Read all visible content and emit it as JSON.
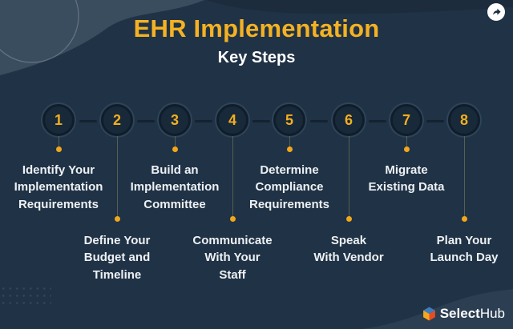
{
  "header": {
    "title": "EHR Implementation",
    "subtitle": "Key Steps"
  },
  "steps": [
    {
      "number": "1",
      "label": "Identify Your\nImplementation\nRequirements"
    },
    {
      "number": "2",
      "label": "Define Your\nBudget and\nTimeline"
    },
    {
      "number": "3",
      "label": "Build an\nImplementation\nCommittee"
    },
    {
      "number": "4",
      "label": "Communicate\nWith Your\nStaff"
    },
    {
      "number": "5",
      "label": "Determine\nCompliance\nRequirements"
    },
    {
      "number": "6",
      "label": "Speak\nWith Vendor"
    },
    {
      "number": "7",
      "label": "Migrate\nExisting Data"
    },
    {
      "number": "8",
      "label": "Plan Your\nLaunch Day"
    }
  ],
  "footer": {
    "brand_bold": "Select",
    "brand_light": "Hub"
  },
  "icons": {
    "share": "share-arrow-icon",
    "brand_cube": "selecthub-cube-icon"
  },
  "colors": {
    "background": "#203245",
    "accent_gold": "#F2AE1F",
    "title_gold": "#F4B223",
    "step_text": "#EDF1F4",
    "cube_top": "#3C7DBF",
    "cube_left": "#F6A81C",
    "cube_right": "#E44D26"
  }
}
